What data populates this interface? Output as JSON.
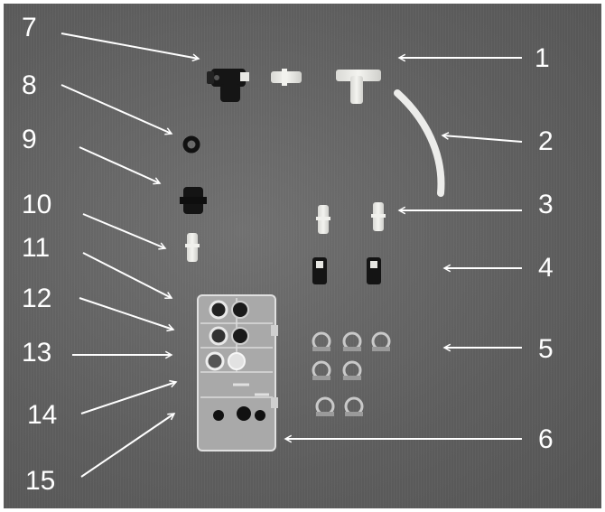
{
  "callouts": {
    "n1": "1",
    "n2": "2",
    "n3": "3",
    "n4": "4",
    "n5": "5",
    "n6": "6",
    "n7": "7",
    "n8": "8",
    "n9": "9",
    "n10": "10",
    "n11": "11",
    "n12": "12",
    "n13": "13",
    "n14": "14",
    "n15": "15"
  },
  "colors": {
    "background": "#616161",
    "arrow": "#ffffff",
    "label": "#ffffff",
    "white_plastic": "#eeeeea",
    "black_plastic": "#151515",
    "metal": "#bdbdbd",
    "case": "#b8b8b8"
  }
}
